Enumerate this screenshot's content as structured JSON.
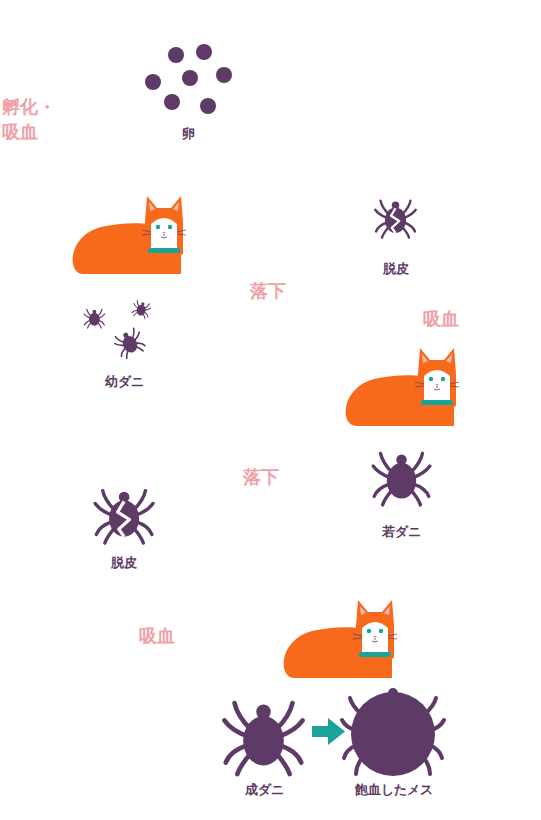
{
  "diagram": {
    "labels": [
      "孵化・ 吸血",
      "卵",
      "脱皮",
      "落下",
      "吸血",
      "幼ダニ",
      "落下",
      "若ダニ",
      "脱皮",
      "吸血",
      "成ダニ",
      "飽血したメス"
    ]
  }
}
